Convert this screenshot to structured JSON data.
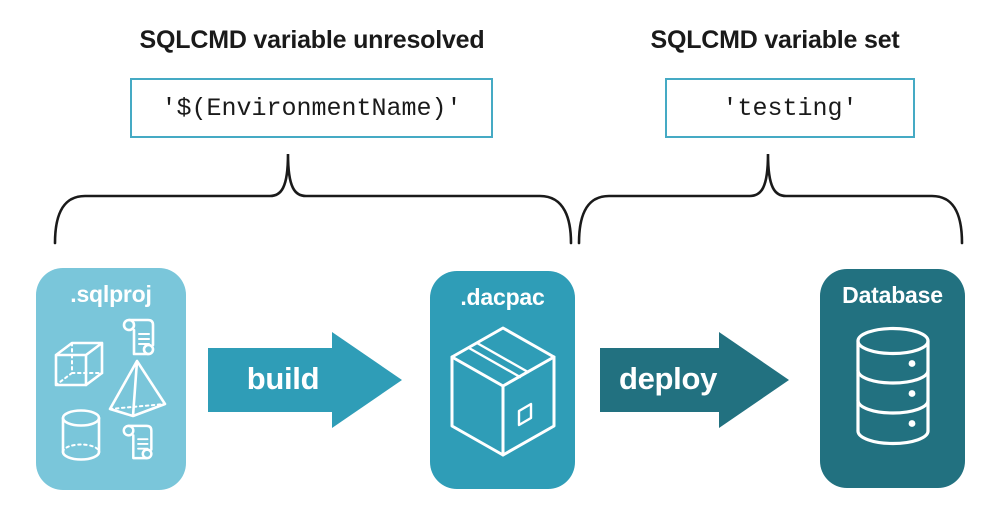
{
  "colors": {
    "text": "#1A1A1A",
    "brace": "#1A1A1A",
    "code_box_border": "#45AAC4",
    "node_text": "#FFFFFF",
    "node_sqlproj": "#7AC6DA",
    "node_dacpac": "#2F9DB7",
    "node_database": "#227180",
    "arrow_build": "#2F9DB7",
    "arrow_deploy": "#227180"
  },
  "annotations": {
    "unresolved": {
      "heading": "SQLCMD variable unresolved",
      "code": "'$(EnvironmentName)'"
    },
    "set": {
      "heading": "SQLCMD variable set",
      "code": "'testing'"
    }
  },
  "pipeline": {
    "nodes": [
      {
        "label": ".sqlproj",
        "icon": "sql-objects-icon"
      },
      {
        "label": ".dacpac",
        "icon": "package-box-icon"
      },
      {
        "label": "Database",
        "icon": "database-cylinder-icon"
      }
    ],
    "arrows": [
      {
        "label": "build"
      },
      {
        "label": "deploy"
      }
    ]
  }
}
